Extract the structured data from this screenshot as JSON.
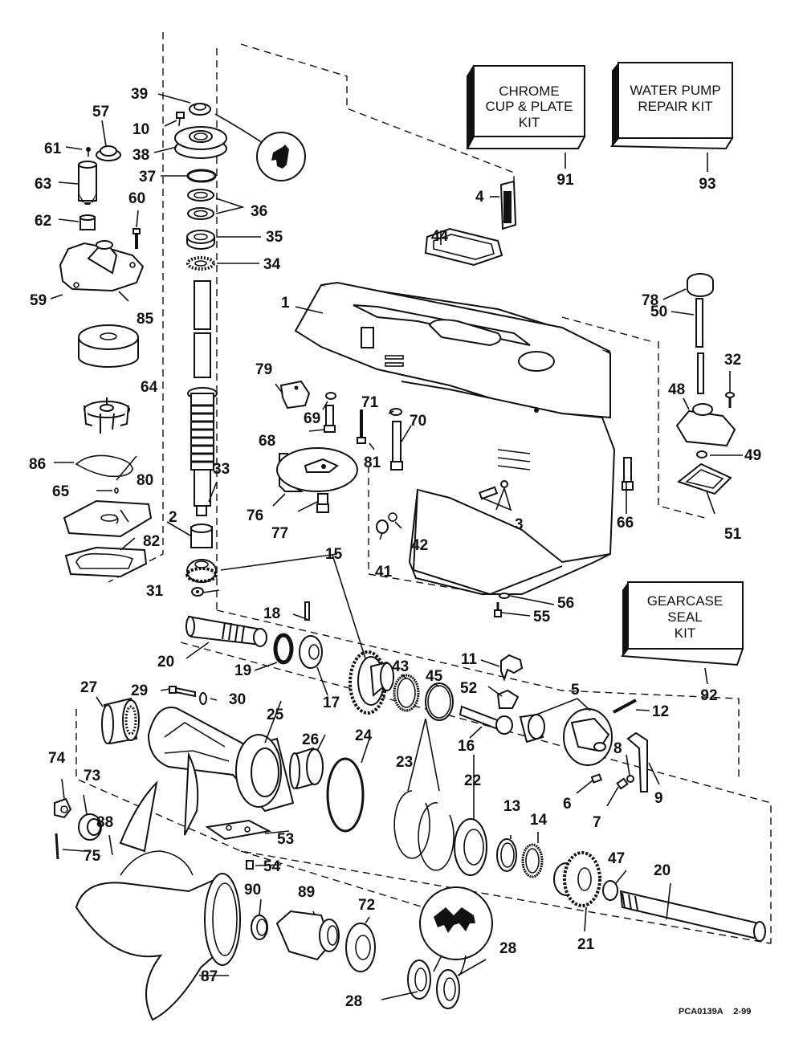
{
  "diagram": {
    "title": "Gearcase exploded parts diagram",
    "figure_code": "PCA0139A",
    "figure_date": "2-99",
    "kits": [
      {
        "id": "91",
        "lines": [
          "CHROME",
          "CUP & PLATE",
          "KIT"
        ]
      },
      {
        "id": "93",
        "lines": [
          "WATER PUMP",
          "REPAIR KIT"
        ]
      },
      {
        "id": "92",
        "lines": [
          "GEARCASE",
          "SEAL",
          "KIT"
        ]
      }
    ],
    "callouts": {
      "c39": "39",
      "c10": "10",
      "c38": "38",
      "c37": "37",
      "c36": "36",
      "c35": "35",
      "c34": "34",
      "c57": "57",
      "c61": "61",
      "c63": "63",
      "c62": "62",
      "c60": "60",
      "c59": "59",
      "c85": "85",
      "c64": "64",
      "c86": "86",
      "c65": "65",
      "c80": "80",
      "c82": "82",
      "c33": "33",
      "c2": "2",
      "c31": "31",
      "c15": "15",
      "c1": "1",
      "c4": "4",
      "c44": "44",
      "c79": "79",
      "c69": "69",
      "c68": "68",
      "c71": "71",
      "c70": "70",
      "c81": "81",
      "c76": "76",
      "c77": "77",
      "c3": "3",
      "c42": "42",
      "c41": "41",
      "c66": "66",
      "c78": "78",
      "c50": "50",
      "c32": "32",
      "c48": "48",
      "c49": "49",
      "c51": "51",
      "c56": "56",
      "c55": "55",
      "c18": "18",
      "c20a": "20",
      "c19": "19",
      "c17": "17",
      "c43": "43",
      "c45": "45",
      "c11": "11",
      "c52": "52",
      "c5": "5",
      "c12": "12",
      "c16": "16",
      "c8": "8",
      "c9": "9",
      "c6": "6",
      "c7": "7",
      "c27": "27",
      "c29": "29",
      "c30": "30",
      "c25": "25",
      "c26": "26",
      "c24": "24",
      "c23": "23",
      "c22": "22",
      "c13": "13",
      "c14": "14",
      "c74": "74",
      "c73": "73",
      "c75": "75",
      "c88": "88",
      "c53": "53",
      "c54": "54",
      "c47": "47",
      "c20b": "20",
      "c21": "21",
      "c90": "90",
      "c89": "89",
      "c72": "72",
      "c87": "87",
      "c28a": "28",
      "c28b": "28"
    }
  }
}
